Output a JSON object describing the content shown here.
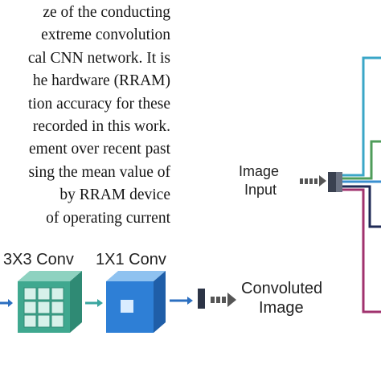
{
  "paragraph": {
    "lines": [
      "ze of the conducting",
      "extreme convolution",
      "cal CNN network. It is",
      "he hardware (RRAM)",
      "tion accuracy for these",
      "recorded in this work.",
      "ement over recent past",
      "sing the mean value of",
      "by RRAM device",
      "of operating current"
    ]
  },
  "diagram_left": {
    "conv3_label": "3X3 Conv",
    "conv1_label": "1X1 Conv",
    "output_label_line1": "Convoluted",
    "output_label_line2": "Image"
  },
  "diagram_right": {
    "input_label_line1": "Image",
    "input_label_line2": "Input"
  },
  "colors": {
    "cyan_line": "#3aa6c7",
    "green_line": "#4f9c5a",
    "blue_line": "#2f63b5",
    "navy_line": "#1f2a56",
    "magenta_line": "#a0326e",
    "teal_cube": "#3fa88f",
    "blue_cube": "#2e7fd6"
  }
}
